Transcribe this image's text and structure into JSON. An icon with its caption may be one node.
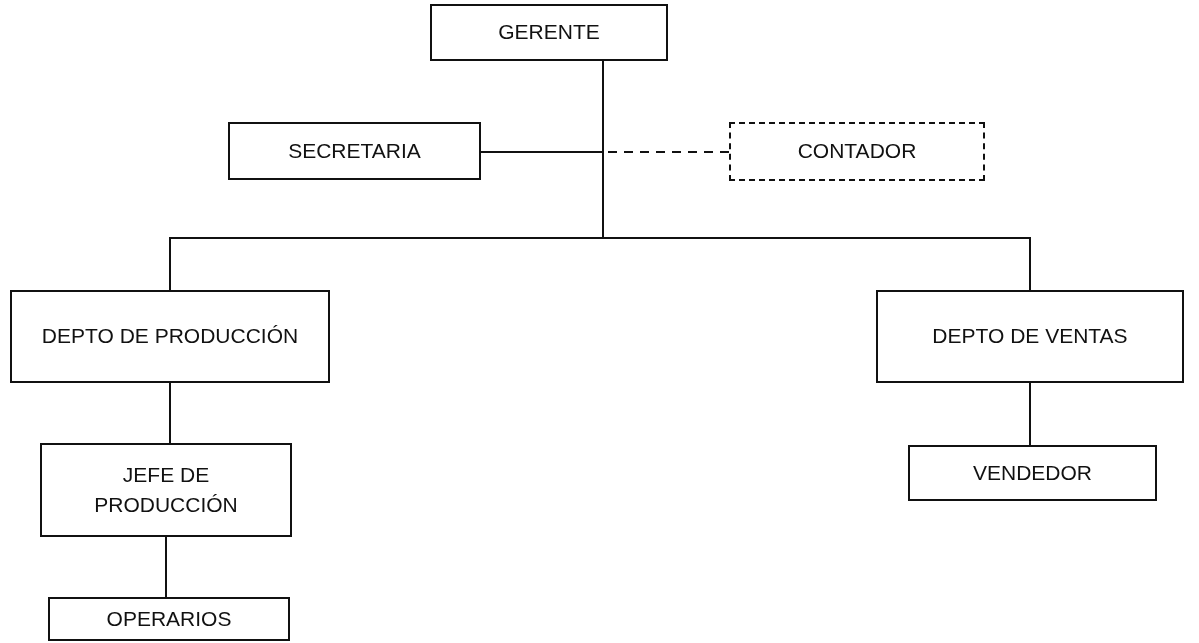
{
  "diagram": {
    "nodes": [
      {
        "text": [
          "GERENTE"
        ]
      },
      {
        "text": [
          "SECRETARIA"
        ]
      },
      {
        "text": [
          "CONTADOR"
        ]
      },
      {
        "text": [
          "DEPTO DE PRODUCCIÓN"
        ]
      },
      {
        "text": [
          "DEPTO DE VENTAS"
        ]
      },
      {
        "text": [
          "JEFE DE PRODUCCIÓN"
        ]
      },
      {
        "text": [
          "VENDEDOR"
        ]
      },
      {
        "text": [
          "OPERARIOS"
        ]
      }
    ],
    "edges": [
      {
        "from": 0,
        "to": 1,
        "arrow": "none"
      },
      {
        "from": 0,
        "to": 2,
        "arrow": "none",
        "style": "dashed"
      },
      {
        "from": 0,
        "to": 3,
        "arrow": "none"
      },
      {
        "from": 0,
        "to": 4,
        "arrow": "none"
      },
      {
        "from": 3,
        "to": 5,
        "arrow": "none"
      },
      {
        "from": 5,
        "to": 7,
        "arrow": "none"
      },
      {
        "from": 4,
        "to": 6,
        "arrow": "none"
      }
    ]
  }
}
